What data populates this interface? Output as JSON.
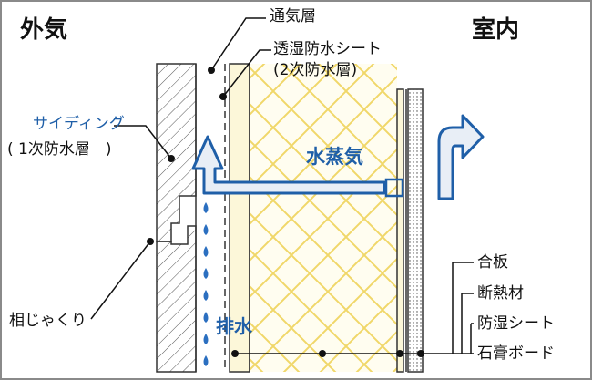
{
  "labels": {
    "outside": "外気",
    "inside": "室内",
    "air_layer": "通気層",
    "breathable_sheet_line1": "透湿防水シート",
    "breathable_sheet_line2": "(2次防水層)",
    "siding_line1": "サイディング",
    "siding_line2": "( 1次防水層　)",
    "vapor": "水蒸気",
    "shiplap": "相じゃくり",
    "drainage": "排水",
    "plywood": "合板",
    "insulation": "断熱材",
    "vapor_barrier": "防湿シート",
    "gypsum_board": "石膏ボード"
  },
  "colors": {
    "frame": "#8a8a8a",
    "insulation_fill": "#fcf7d9",
    "insulation_hatch": "#eed35a",
    "vapor_arrow": "#1f5fa8",
    "arrow_fill": "#e8eef6",
    "water_drop": "#2b6fc0"
  },
  "icons": {
    "vapor_flow": "arrow-up-turn-icon",
    "indoor_circulation": "curved-arrow-icon",
    "drainage": "water-drop-icon"
  }
}
